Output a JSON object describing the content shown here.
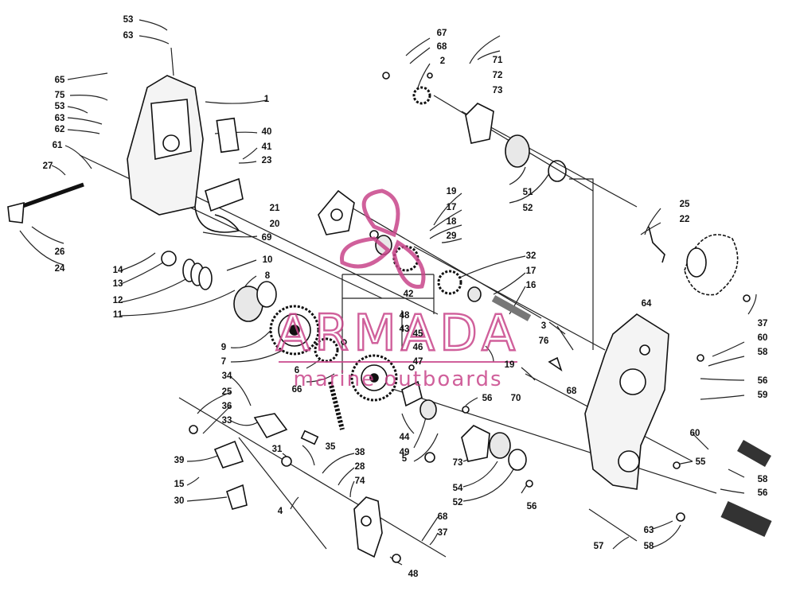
{
  "watermark": {
    "brand": "ARMADA",
    "tagline": "marine outboards",
    "accent": "#c8458a"
  },
  "callouts": [
    "53",
    "63",
    "65",
    "75",
    "1",
    "53",
    "63",
    "62",
    "40",
    "61",
    "41",
    "23",
    "27",
    "21",
    "20",
    "69",
    "26",
    "24",
    "14",
    "13",
    "12",
    "11",
    "10",
    "8",
    "9",
    "7",
    "6",
    "66",
    "34",
    "25",
    "36",
    "33",
    "35",
    "31",
    "39",
    "15",
    "30",
    "4",
    "38",
    "28",
    "74",
    "68",
    "37",
    "48",
    "67",
    "68",
    "2",
    "71",
    "72",
    "73",
    "51",
    "52",
    "19",
    "17",
    "18",
    "29",
    "32",
    "17",
    "16",
    "42",
    "48",
    "43",
    "45",
    "46",
    "47",
    "44",
    "49",
    "5",
    "3",
    "76",
    "19",
    "70",
    "68",
    "56",
    "73",
    "54",
    "52",
    "56",
    "64",
    "25",
    "22",
    "37",
    "60",
    "58",
    "56",
    "59",
    "60",
    "55",
    "58",
    "56",
    "63",
    "58",
    "57"
  ]
}
